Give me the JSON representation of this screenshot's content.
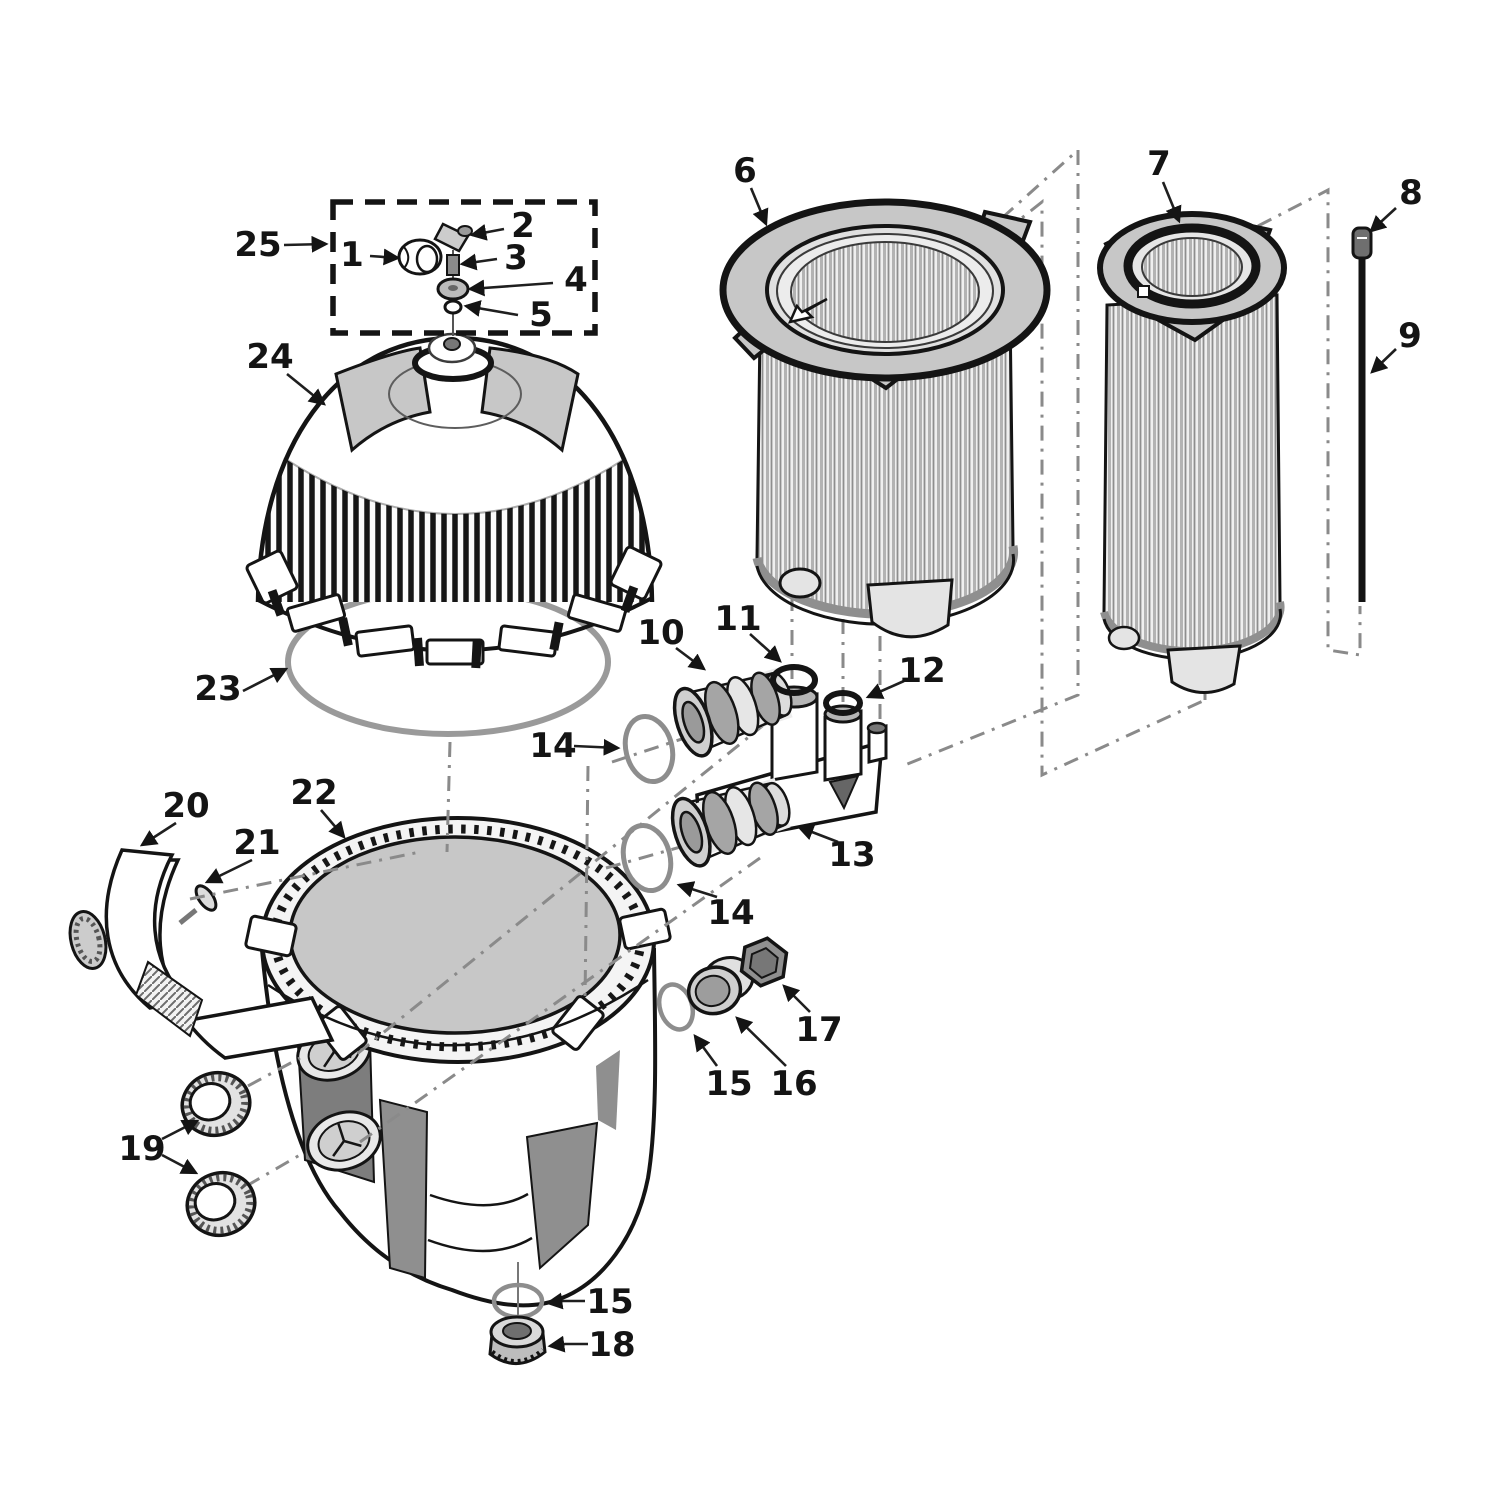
{
  "diagram": {
    "colors": {
      "ink": "#1a1a1a",
      "shade_light": "#c7c7c7",
      "shade_mid": "#8f8f8f",
      "oring_gray": "#8d8d8d",
      "background": "#ffffff"
    },
    "callouts": [
      "1",
      "2",
      "3",
      "4",
      "5",
      "6",
      "7",
      "8",
      "9",
      "10",
      "11",
      "12",
      "13",
      "14",
      "15",
      "16",
      "17",
      "18",
      "19",
      "20",
      "21",
      "22",
      "23",
      "24",
      "25"
    ]
  }
}
